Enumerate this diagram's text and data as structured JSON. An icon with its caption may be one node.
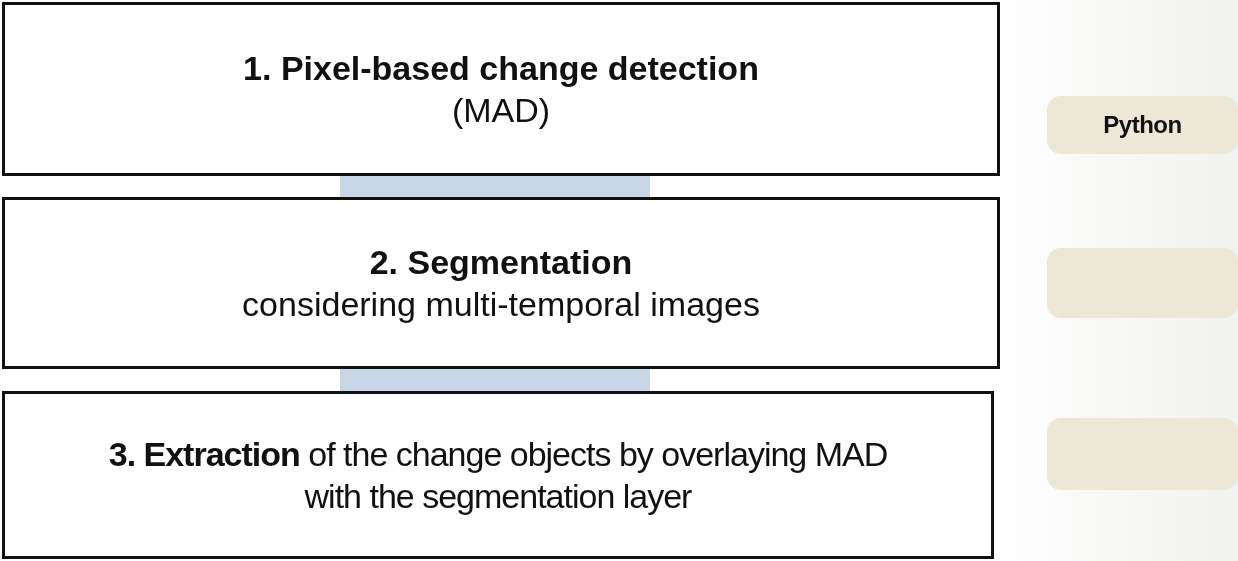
{
  "diagram": {
    "nodes": [
      {
        "text": [
          "1. Pixel-based change detection",
          "(MAD)"
        ]
      },
      {
        "text": [
          "Python"
        ]
      },
      {
        "text": [
          "2. Segmentation",
          "considering multi-temporal images"
        ]
      },
      {
        "text": [],
        "shape": "box"
      },
      {
        "text": [
          "**3. Extraction** of the change objects by overlaying MAD with the segmentation layer"
        ]
      },
      {
        "text": [],
        "shape": "box"
      }
    ]
  }
}
